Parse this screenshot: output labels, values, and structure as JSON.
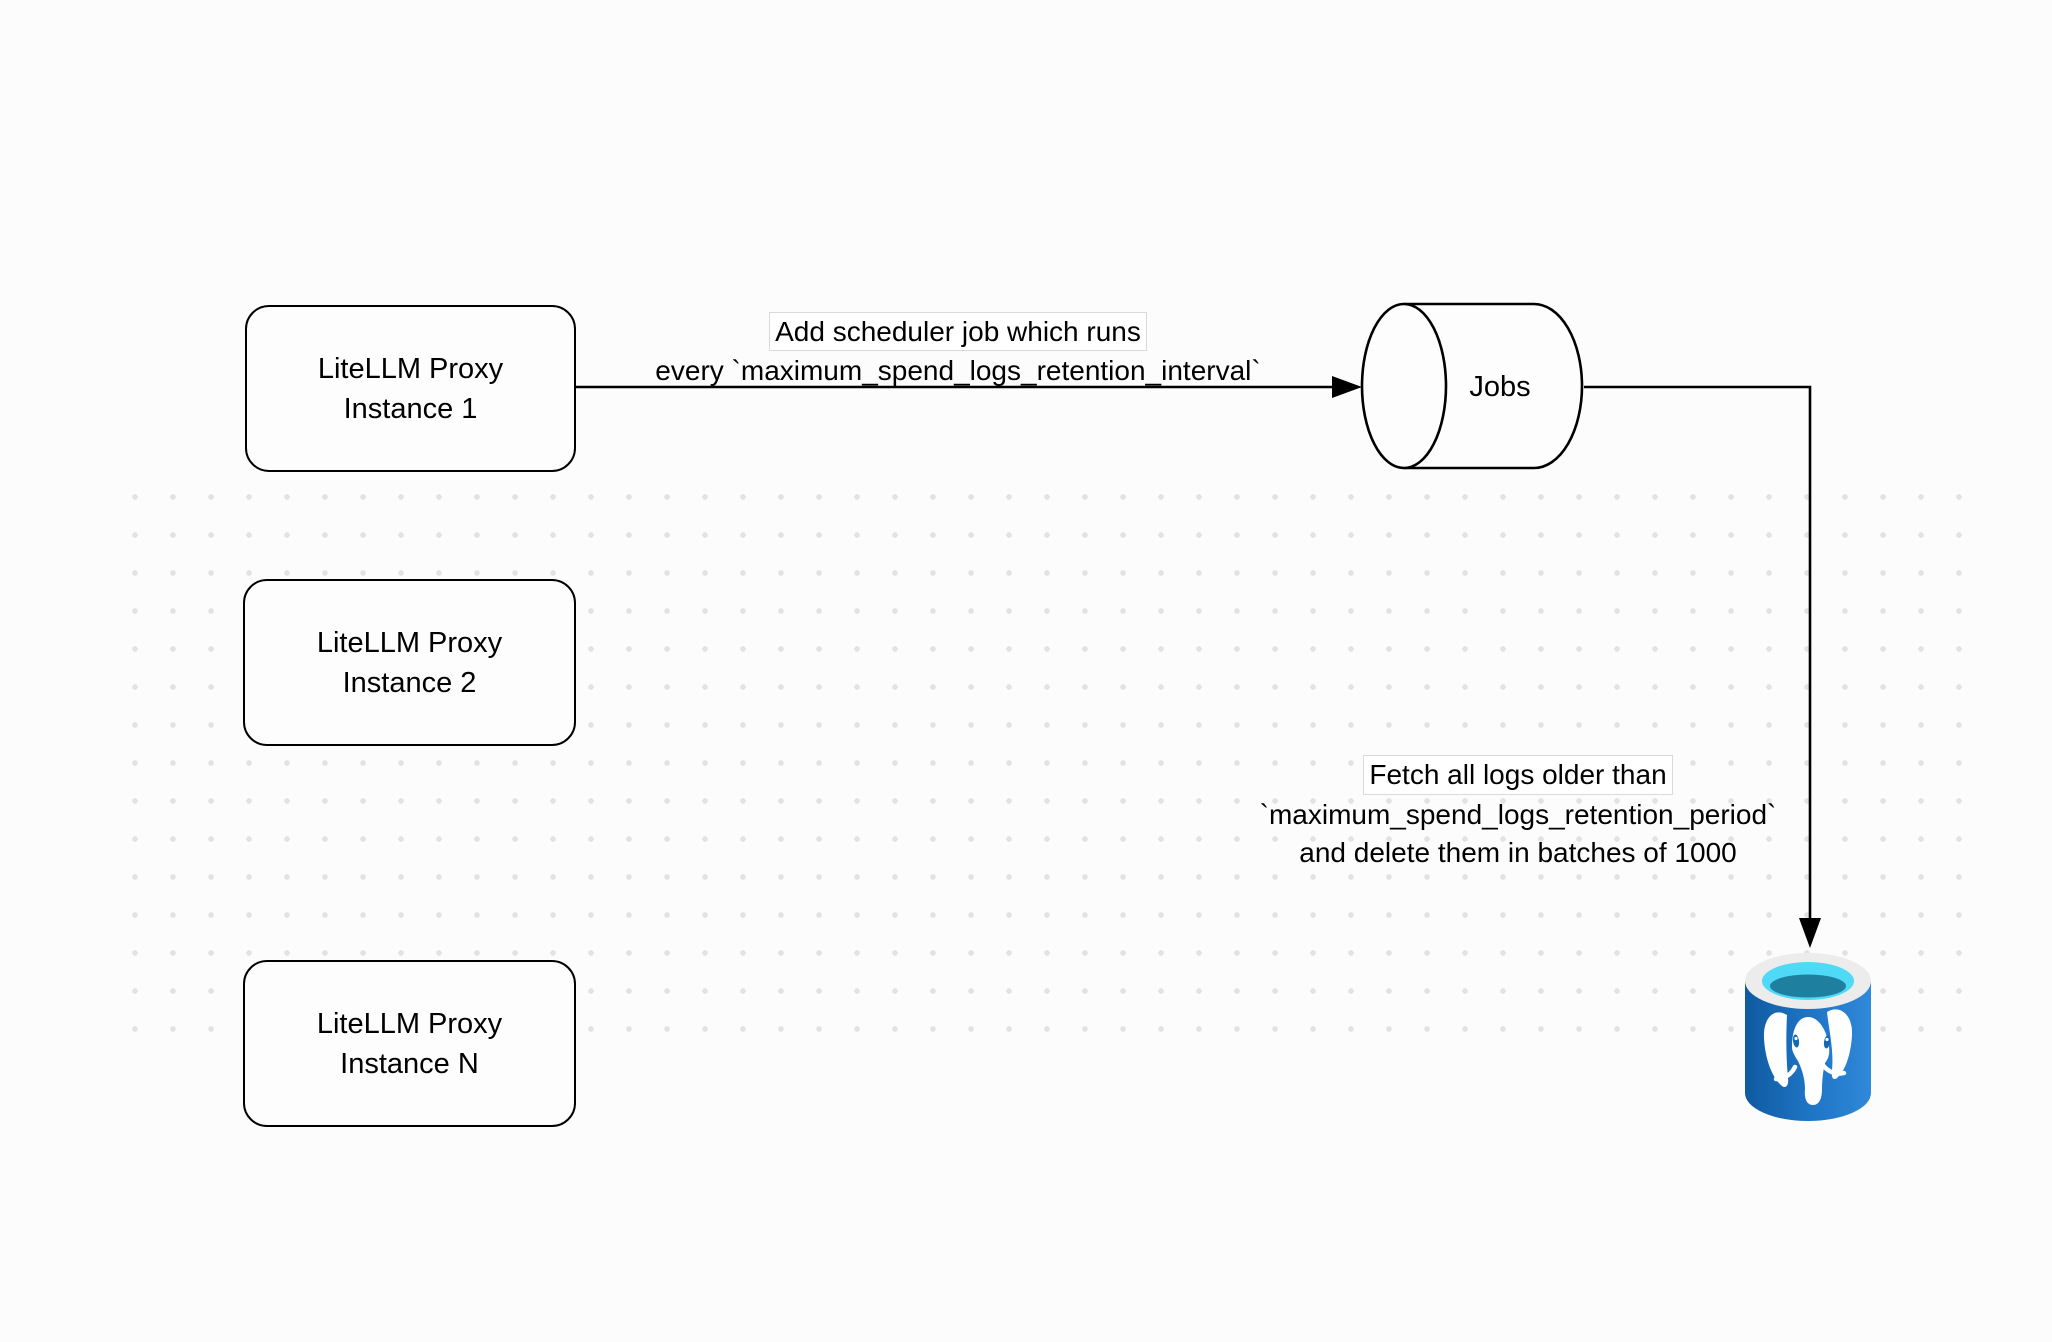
{
  "proxy_instances": [
    {
      "line1": "LiteLLM Proxy",
      "line2": "Instance 1"
    },
    {
      "line1": "LiteLLM Proxy",
      "line2": "Instance 2"
    },
    {
      "line1": "LiteLLM Proxy",
      "line2": "Instance N"
    }
  ],
  "jobs_store": {
    "label": "Jobs"
  },
  "edge_scheduler": {
    "line1": "Add scheduler job which runs",
    "line2": "every `maximum_spend_logs_retention_interval`"
  },
  "edge_fetch": {
    "line1": "Fetch all logs older than",
    "line2": "`maximum_spend_logs_retention_period`",
    "line3": "and delete them in batches of 1000"
  },
  "database": {
    "icon": "azure-postgresql-elephant-icon"
  },
  "colors": {
    "shape_stroke": "#000000",
    "shape_fill": "#fdfdfd",
    "canvas_background": "#fcfcfc",
    "dot_grid": "#e2e2e2",
    "label_box_border": "#d9d9d9",
    "db_body_blue_left": "#0f5aa0",
    "db_body_blue_mid": "#1e74c4",
    "db_body_blue_right": "#2f88d8",
    "db_rim_gray": "#ececec",
    "db_top_cyan": "#4ed9f6",
    "db_top_teal": "#1e7f9f",
    "elephant_white": "#ffffff"
  }
}
